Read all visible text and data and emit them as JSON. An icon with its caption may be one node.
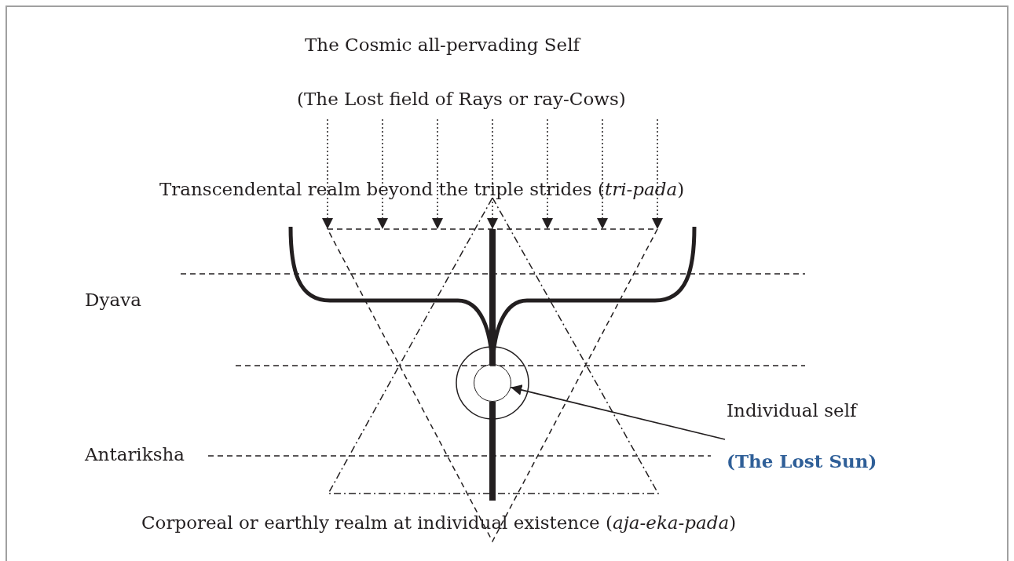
{
  "diagram": {
    "nodes": [
      {
        "text": [
          "Individual self",
          "(The Lost Sun)"
        ]
      },
      {
        "text": [],
        "shape": "circle"
      }
    ],
    "edges": [
      {
        "from": 0,
        "to": 1,
        "arrow": "to"
      }
    ],
    "labels": [
      "The Cosmic all-pervading Self",
      "(The Lost field of Rays or ray-Cows)",
      "Transcendental realm beyond the triple strides (*tri-pada*)",
      "Dyava",
      "Antariksha",
      "Corporeal or earthly realm at individual existence (*aja-eka-pada*)"
    ]
  }
}
